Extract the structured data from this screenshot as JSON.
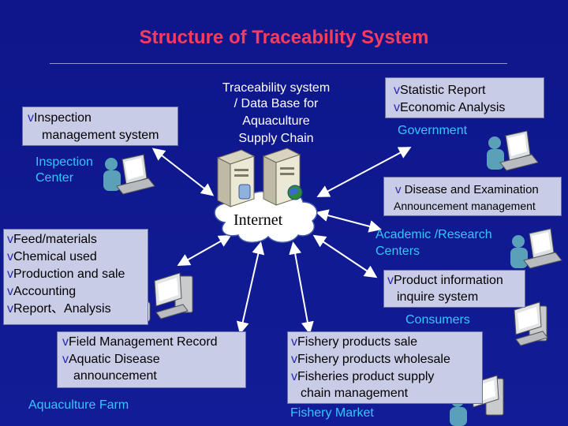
{
  "title": "Structure of Traceability System",
  "inspection": {
    "items": [
      "Inspection",
      "management system"
    ],
    "center_label": [
      "Inspection",
      "Center"
    ]
  },
  "center": {
    "label": [
      "Traceability system",
      "/ Data Base for",
      "Aquaculture",
      "Supply Chain"
    ],
    "cloud": "Internet"
  },
  "government": {
    "items": [
      "Statistic Report",
      "Economic Analysis"
    ],
    "label": "Government"
  },
  "academic": {
    "items": [
      "Disease and Examination",
      "Announcement management"
    ],
    "label": [
      "Academic /Research",
      "Centers"
    ]
  },
  "farm_left": {
    "items": [
      "Feed/materials",
      "Chemical used",
      "Production and sale",
      "Accounting",
      "Report、Analysis"
    ]
  },
  "consumers": {
    "items": [
      "Product information",
      "inquire system"
    ],
    "label": "Consumers"
  },
  "farm_bottom": {
    "items": [
      "Field Management Record",
      "Aquatic Disease",
      "announcement"
    ],
    "label": "Aquaculture Farm"
  },
  "market": {
    "items": [
      "Fishery products sale",
      "Fishery products wholesale",
      "Fisheries product supply",
      "chain management"
    ],
    "label": "Fishery Market"
  },
  "bullet": "v",
  "colors": {
    "background": "#121c96",
    "title": "#ff3b5a",
    "label": "#33c7ff",
    "box": "#c9cce7"
  }
}
